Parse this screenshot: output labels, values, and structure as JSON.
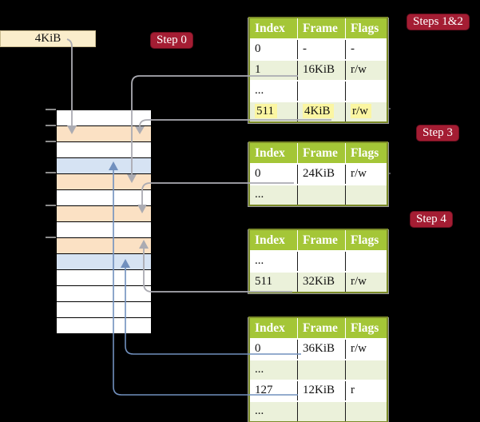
{
  "colors": {
    "bg": "#000000",
    "badge_red": "#A41D33",
    "badge_border": "#701021",
    "header_green": "#A4C637",
    "row_green": "#EBF1DA",
    "table_border": "#7C8C28",
    "table_shadow": "#98989E",
    "highlight_yellow": "#FBF6A2",
    "cream_fill": "#FAEDCB",
    "cream_border": "#C9BA8E",
    "peach": "#FBE1C4",
    "blue_row": "#D6E3F3",
    "gray_line": "#ABABB2",
    "blue_line": "#7190BE",
    "tick_gray": "#8C8C8C",
    "stub_gray": "#54545A"
  },
  "address_box": {
    "label": "4KiB"
  },
  "badges": {
    "step0": "Step 0",
    "steps12": "Steps 1&2",
    "step3": "Step 3",
    "step4": "Step 4"
  },
  "memory": {
    "row_fills": [
      "white",
      "peach",
      "white",
      "blue_row",
      "peach",
      "white",
      "peach",
      "white",
      "peach",
      "blue_row",
      "white",
      "white",
      "white",
      "white"
    ]
  },
  "tables": {
    "t1": {
      "headers": [
        "Index",
        "Frame",
        "Flags"
      ],
      "rows": [
        {
          "cells": [
            "0",
            "-",
            "-"
          ]
        },
        {
          "cells": [
            "1",
            "16KiB",
            "r/w"
          ]
        },
        {
          "cells": [
            "...",
            "",
            ""
          ]
        },
        {
          "cells": [
            "511",
            "4KiB",
            "r/w"
          ]
        }
      ]
    },
    "t2": {
      "headers": [
        "Index",
        "Frame",
        "Flags"
      ],
      "rows": [
        {
          "cells": [
            "0",
            "24KiB",
            "r/w"
          ]
        },
        {
          "cells": [
            "...",
            "",
            ""
          ]
        }
      ]
    },
    "t3": {
      "headers": [
        "Index",
        "Frame",
        "Flags"
      ],
      "rows": [
        {
          "cells": [
            "...",
            "",
            ""
          ]
        },
        {
          "cells": [
            "511",
            "32KiB",
            "r/w"
          ]
        }
      ]
    },
    "t4": {
      "headers": [
        "Index",
        "Frame",
        "Flags"
      ],
      "rows": [
        {
          "cells": [
            "0",
            "36KiB",
            "r/w"
          ]
        },
        {
          "cells": [
            "...",
            "",
            ""
          ]
        },
        {
          "cells": [
            "127",
            "12KiB",
            "r"
          ]
        },
        {
          "cells": [
            "...",
            "",
            ""
          ]
        }
      ]
    }
  }
}
